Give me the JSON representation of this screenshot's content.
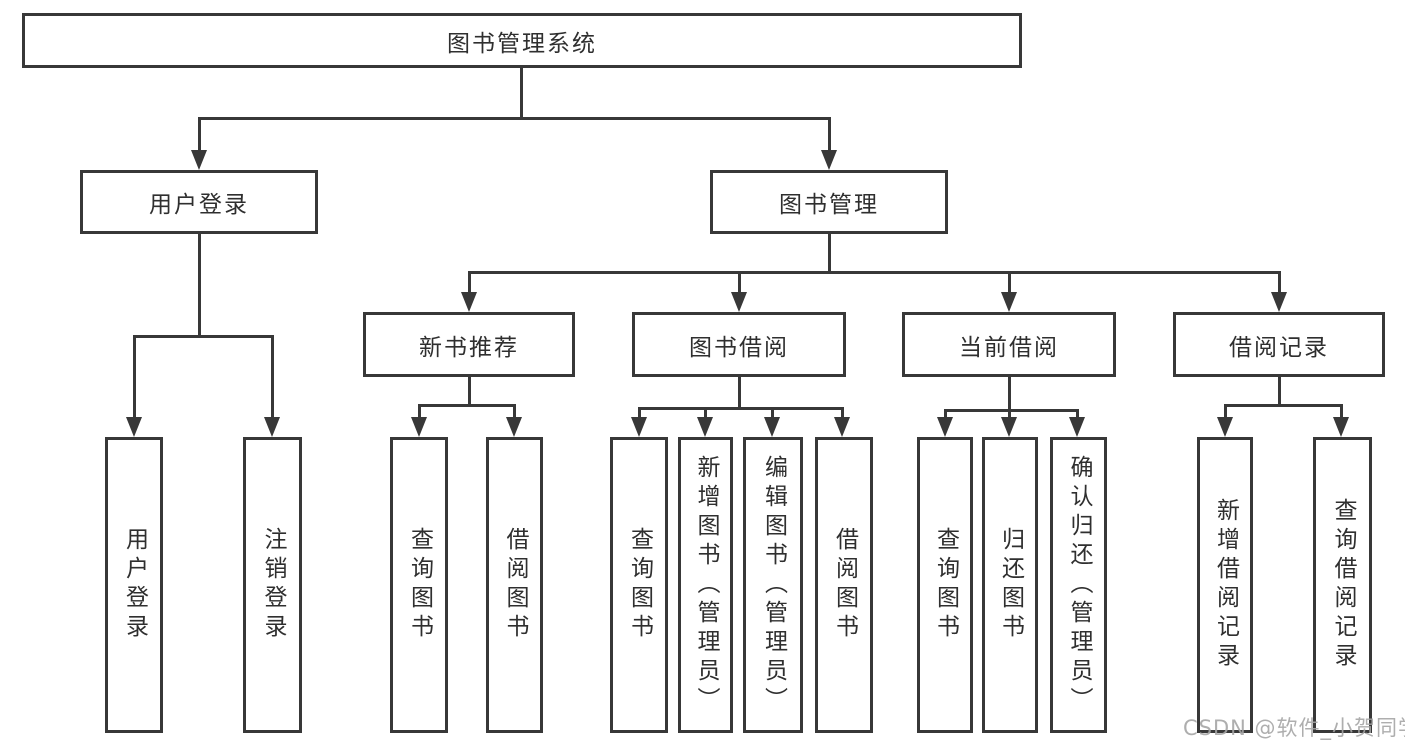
{
  "diagram": {
    "type": "hierarchy-tree",
    "title": "图书管理系统",
    "colors": {
      "line": "#383838",
      "text": "#2f2f2f",
      "background": "#ffffff",
      "watermark": "#a5a5a5"
    }
  },
  "nodes": {
    "root": "图书管理系统",
    "user_login": "用户登录",
    "book_mgmt": "图书管理",
    "new_book_rec": "新书推荐",
    "book_borrow": "图书借阅",
    "current_borrow": "当前借阅",
    "borrow_record": "借阅记录",
    "leaf_user_login": "用户登录",
    "leaf_logout": "注销登录",
    "nb_query_book": "查询图书",
    "nb_borrow_book": "借阅图书",
    "bb_query_book": "查询图书",
    "bb_add_book": "新增图书（管理员）",
    "bb_edit_book": "编辑图书（管理员）",
    "bb_borrow_book": "借阅图书",
    "cb_query_book": "查询图书",
    "cb_return_book": "归还图书",
    "cb_confirm_return": "确认归还（管理员）",
    "br_add_record": "新增借阅记录",
    "br_query_record": "查询借阅记录"
  },
  "hierarchy": {
    "label": "图书管理系统",
    "children": [
      {
        "label": "用户登录",
        "children": [
          {
            "label": "用户登录"
          },
          {
            "label": "注销登录"
          }
        ]
      },
      {
        "label": "图书管理",
        "children": [
          {
            "label": "新书推荐",
            "children": [
              {
                "label": "查询图书"
              },
              {
                "label": "借阅图书"
              }
            ]
          },
          {
            "label": "图书借阅",
            "children": [
              {
                "label": "查询图书"
              },
              {
                "label": "新增图书（管理员）"
              },
              {
                "label": "编辑图书（管理员）"
              },
              {
                "label": "借阅图书"
              }
            ]
          },
          {
            "label": "当前借阅",
            "children": [
              {
                "label": "查询图书"
              },
              {
                "label": "归还图书"
              },
              {
                "label": "确认归还（管理员）"
              }
            ]
          },
          {
            "label": "借阅记录",
            "children": [
              {
                "label": "新增借阅记录"
              },
              {
                "label": "查询借阅记录"
              }
            ]
          }
        ]
      }
    ]
  },
  "watermark": "CSDN @软件_小贺同学"
}
